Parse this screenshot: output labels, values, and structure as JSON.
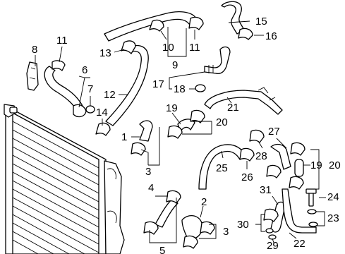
{
  "diagram": {
    "callouts": {
      "c1": "1",
      "c2": "2",
      "c3a": "3",
      "c3b": "3",
      "c4": "4",
      "c5": "5",
      "c6": "6",
      "c7": "7",
      "c8": "8",
      "c9": "9",
      "c10": "10",
      "c11a": "11",
      "c11b": "11",
      "c12": "12",
      "c13": "13",
      "c14": "14",
      "c15": "15",
      "c16": "16",
      "c17": "17",
      "c18": "18",
      "c19a": "19",
      "c19b": "19",
      "c20a": "20",
      "c20b": "20",
      "c21": "21",
      "c22": "22",
      "c23": "23",
      "c24": "24",
      "c25": "25",
      "c26": "26",
      "c27": "27",
      "c28": "28",
      "c29": "29",
      "c30": "30",
      "c31": "31"
    }
  }
}
